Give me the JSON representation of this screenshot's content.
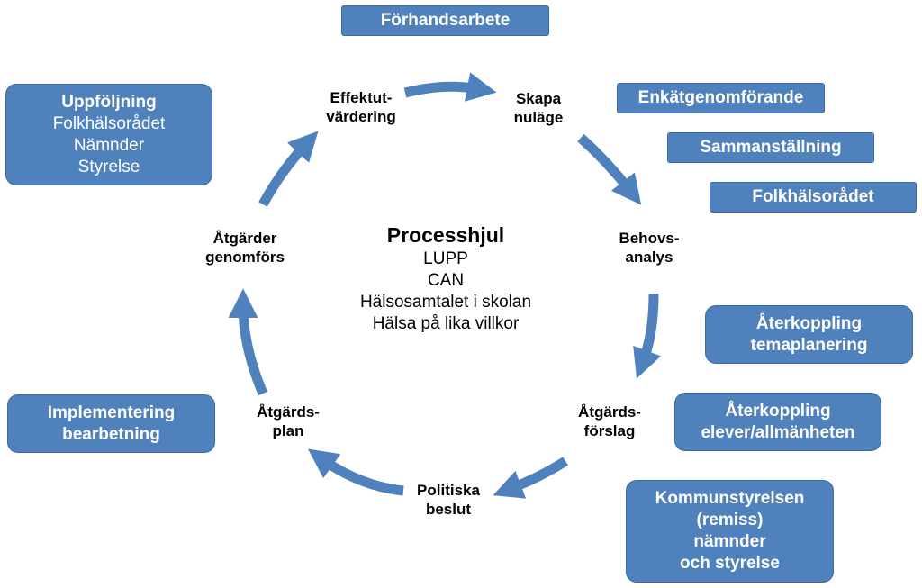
{
  "top_box": "Förhandsarbete",
  "center": {
    "title": "Processhjul",
    "lines": [
      "LUPP",
      "CAN",
      "Hälsosamtalet i skolan",
      "Hälsa på lika villkor"
    ]
  },
  "nodes": {
    "skapa": [
      "Skapa",
      "nuläge"
    ],
    "behovs": [
      "Behovs-",
      "analys"
    ],
    "atgardsforslag": [
      "Åtgärds-",
      "förslag"
    ],
    "politiska": [
      "Politiska",
      "beslut"
    ],
    "atgardsplan": [
      "Åtgärds-",
      "plan"
    ],
    "atgarder": [
      "Åtgärder",
      "genomförs"
    ],
    "effekt": [
      "Effektut-",
      "värdering"
    ]
  },
  "side_boxes": {
    "uppfoljning": {
      "title": "Uppföljning",
      "lines": [
        "Folkhälsorådet",
        "Nämnder",
        "Styrelse"
      ]
    },
    "enkat": "Enkätgenomförande",
    "sammanstallning": "Sammanställning",
    "folkhalsoradet": "Folkhälsorådet",
    "aterkoppling_tema": [
      "Återkoppling",
      "temaplanering"
    ],
    "aterkoppling_elever": [
      "Återkoppling",
      "elever/allmänheten"
    ],
    "kommunstyrelsen": [
      "Kommunstyrelsen",
      "(remiss)",
      "nämnder",
      "och styrelse"
    ],
    "implementering": [
      "Implementering",
      "bearbetning"
    ]
  },
  "colors": {
    "box_fill": "#4f81bd",
    "arrow": "#4f81bd",
    "text_on_box": "#ffffff"
  }
}
